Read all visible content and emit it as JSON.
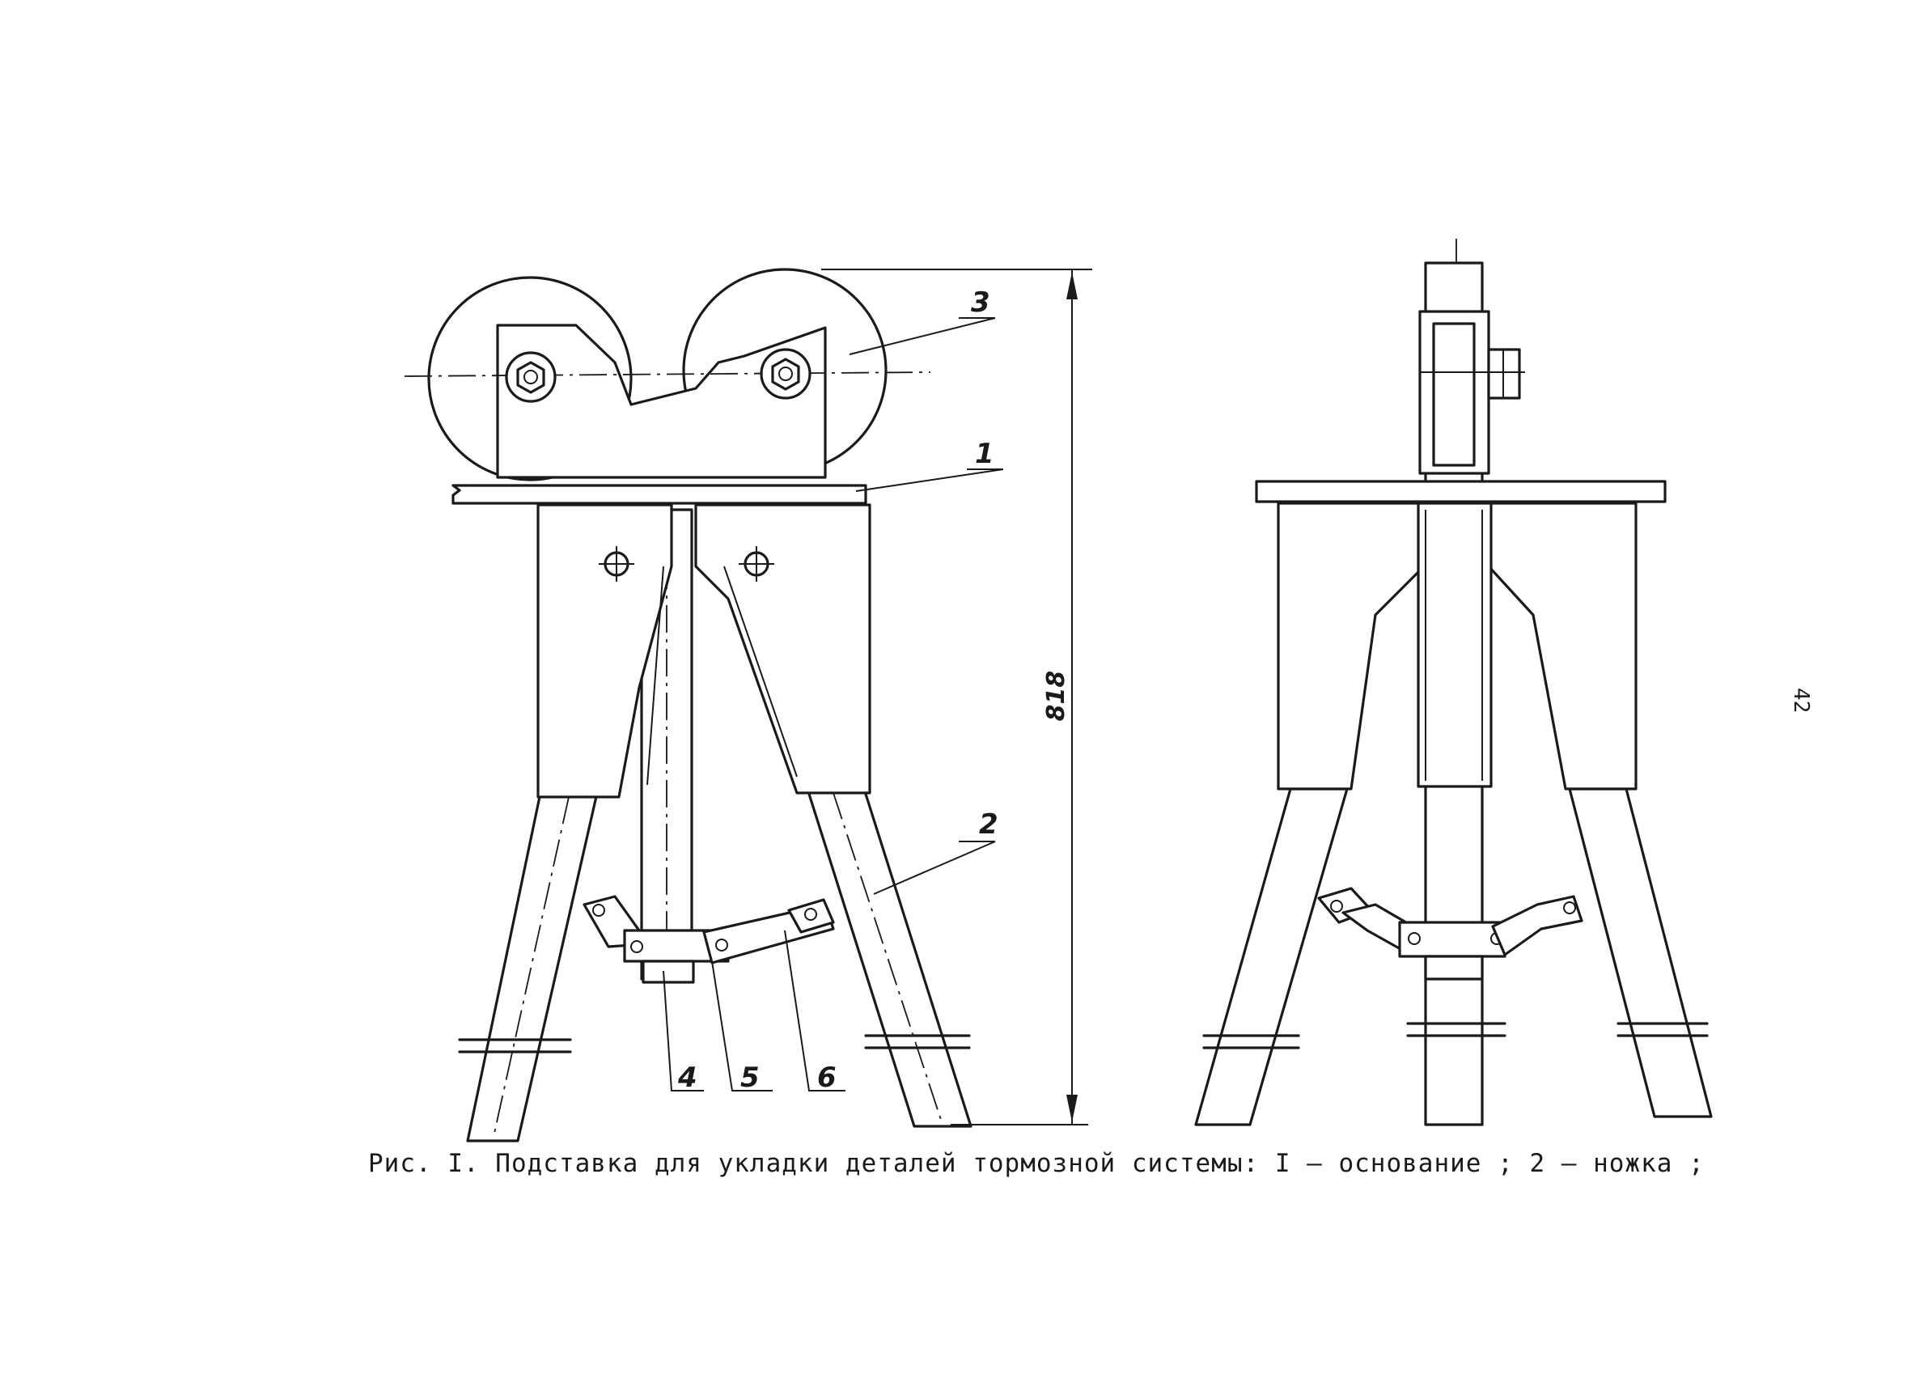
{
  "figure": {
    "caption": "Рис. I. Подставка для укладки деталей тормозной системы: I – основание ; 2 – ножка ;",
    "dimension": "818",
    "page_number": "42",
    "callouts": {
      "c1": "1",
      "c2": "2",
      "c3": "3",
      "c4": "4",
      "c5": "5",
      "c6": "6"
    }
  }
}
